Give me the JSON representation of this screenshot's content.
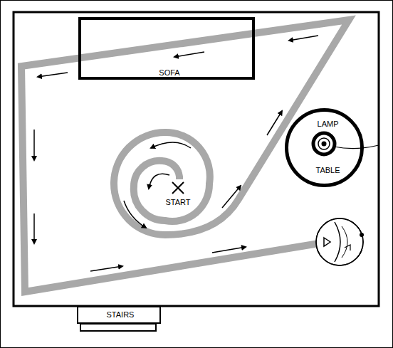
{
  "diagram": {
    "nodes": [
      {
        "text": [
          "SOFA"
        ]
      },
      {
        "text": [
          "LAMP",
          "TABLE"
        ]
      },
      {
        "text": [
          "STAIRS"
        ]
      }
    ],
    "labels": [
      "START"
    ]
  }
}
